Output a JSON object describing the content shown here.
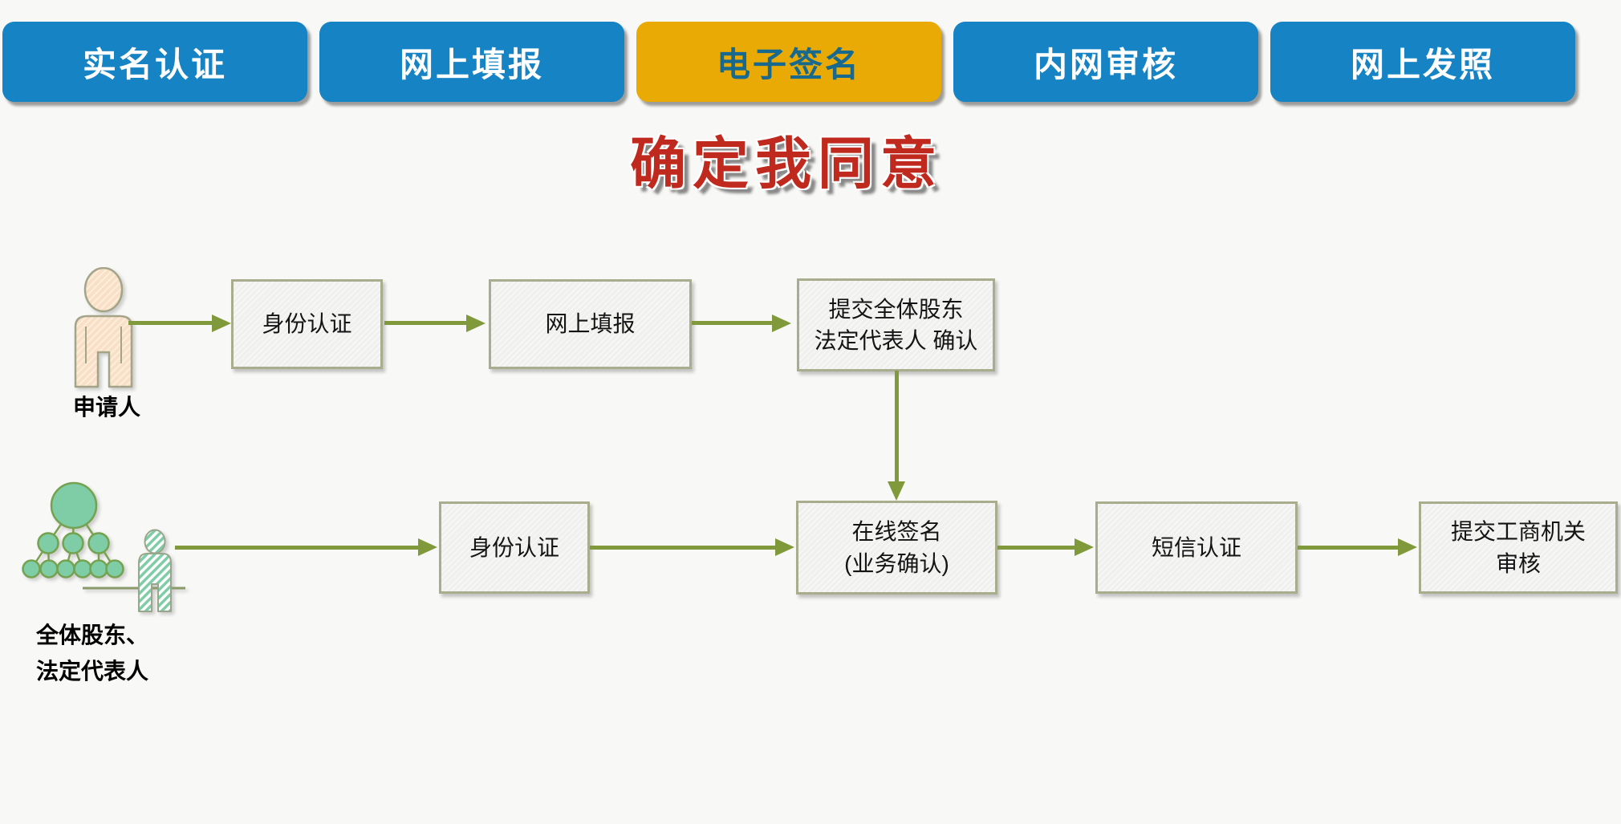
{
  "tabs": {
    "items": [
      {
        "label": "实名认证",
        "active": false
      },
      {
        "label": "网上填报",
        "active": false
      },
      {
        "label": "电子签名",
        "active": true
      },
      {
        "label": "内网审核",
        "active": false
      },
      {
        "label": "网上发照",
        "active": false
      }
    ],
    "active_index": 2,
    "colors": {
      "inactive_bg": "#1583c4",
      "inactive_text": "#ffffff",
      "active_bg": "#e9aa05",
      "active_text": "#17698f"
    }
  },
  "title": {
    "text": "确定我同意",
    "color": "#c02a1e"
  },
  "flow": {
    "arrow_color": "#7f993b",
    "box_style": {
      "bg": "#f0f0ee",
      "border": "#a9ad8d"
    },
    "row1": {
      "actor": {
        "label": "申请人",
        "icon": "applicant-person-icon"
      },
      "steps": [
        {
          "line1": "身份认证"
        },
        {
          "line1": "网上填报"
        },
        {
          "line1": "提交全体股东",
          "line2": "法定代表人 确认"
        }
      ]
    },
    "row2": {
      "actor": {
        "label_line1": "全体股东、",
        "label_line2": "法定代表人",
        "icon": "shareholders-group-icon"
      },
      "steps": [
        {
          "line1": "身份认证"
        },
        {
          "line1": "在线签名",
          "line2": "(业务确认)"
        },
        {
          "line1": "短信认证"
        },
        {
          "line1": "提交工商机关",
          "line2": "审核"
        }
      ]
    },
    "connections": [
      "申请人 → 身份认证 → 网上填报 → 提交全体股东法定代表人确认",
      "提交全体股东法定代表人确认 ↓ 在线签名(业务确认)",
      "全体股东、法定代表人 → 身份认证 → 在线签名(业务确认) → 短信认证 → 提交工商机关审核"
    ]
  }
}
